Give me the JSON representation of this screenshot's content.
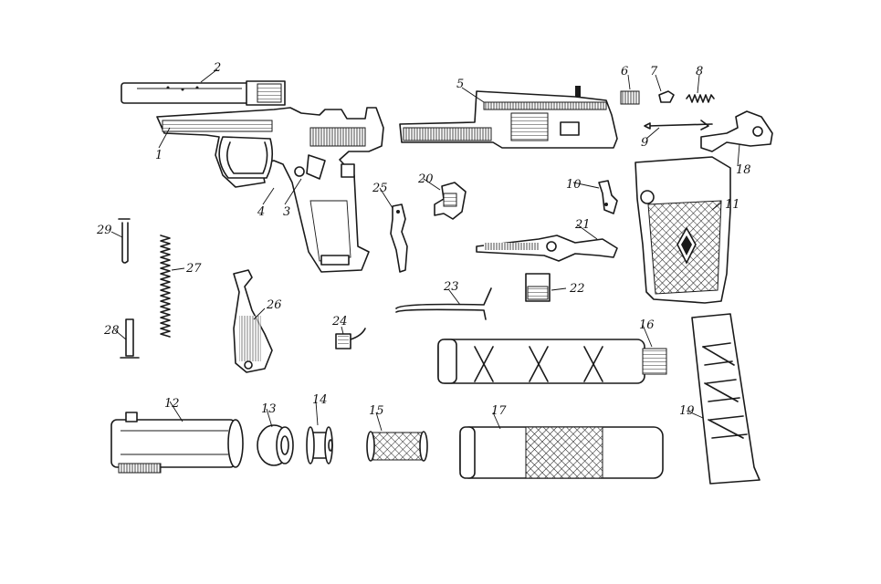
{
  "diagram": {
    "kind": "exploded parts view",
    "labels": [
      "1",
      "2",
      "3",
      "4",
      "5",
      "6",
      "7",
      "8",
      "9",
      "10",
      "11",
      "12",
      "13",
      "14",
      "15",
      "16",
      "17",
      "18",
      "19",
      "20",
      "21",
      "22",
      "23",
      "24",
      "25",
      "26",
      "27",
      "28",
      "29"
    ]
  },
  "colors": {
    "ink": "#1a1a1a",
    "paper": "#ffffff"
  }
}
